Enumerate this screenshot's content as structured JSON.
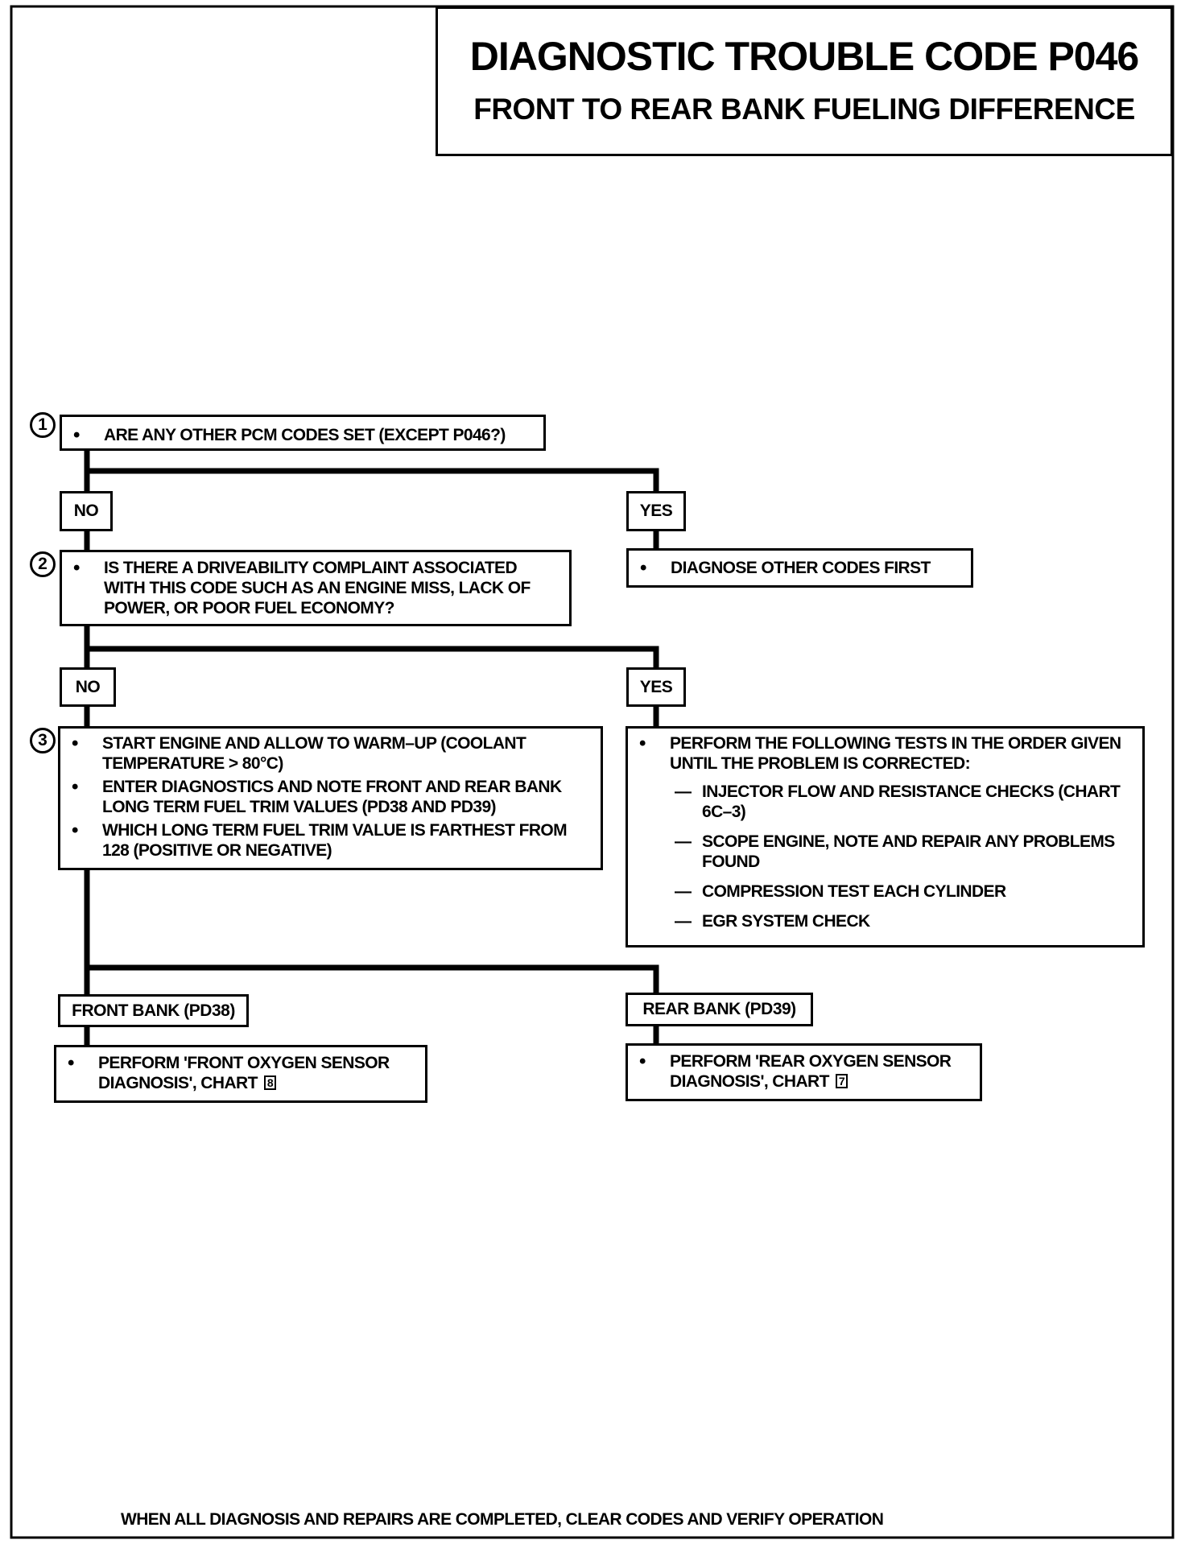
{
  "header": {
    "title": "DIAGNOSTIC TROUBLE CODE P046",
    "subtitle": "FRONT TO REAR BANK FUELING DIFFERENCE"
  },
  "steps": {
    "step1": {
      "number": "1",
      "items": [
        "ARE ANY OTHER PCM CODES SET (EXCEPT P046?)"
      ]
    },
    "step2": {
      "number": "2",
      "items": [
        "IS THERE A DRIVEABILITY COMPLAINT ASSOCIATED WITH THIS CODE SUCH AS AN ENGINE MISS, LACK OF POWER, OR POOR FUEL ECONOMY?"
      ]
    },
    "step3": {
      "number": "3",
      "items": [
        "START ENGINE AND ALLOW TO WARM–UP (COOLANT TEMPERATURE > 80°C)",
        "ENTER DIAGNOSTICS AND NOTE FRONT AND REAR BANK LONG TERM FUEL TRIM VALUES (PD38 AND PD39)",
        "WHICH LONG TERM FUEL TRIM VALUE IS FARTHEST FROM 128 (POSITIVE OR NEGATIVE)"
      ]
    }
  },
  "labels": {
    "no1": "NO",
    "yes1": "YES",
    "no2": "NO",
    "yes2": "YES",
    "front_bank": "FRONT BANK (PD38)",
    "rear_bank": "REAR BANK (PD39)"
  },
  "actions": {
    "diagnose_other": "DIAGNOSE OTHER CODES FIRST",
    "perform_tests": {
      "intro": "PERFORM  THE FOLLOWING TESTS IN THE ORDER GIVEN UNTIL THE PROBLEM IS CORRECTED:",
      "tests": [
        "INJECTOR FLOW AND RESISTANCE CHECKS (CHART 6C–3)",
        "SCOPE ENGINE, NOTE AND REPAIR ANY PROBLEMS FOUND",
        "COMPRESSION TEST EACH CYLINDER",
        "EGR SYSTEM CHECK"
      ]
    },
    "front_o2": {
      "text": "PERFORM 'FRONT OXYGEN SENSOR DIAGNOSIS', CHART",
      "chart_ref": "8"
    },
    "rear_o2": {
      "text": "PERFORM 'REAR OXYGEN SENSOR DIAGNOSIS', CHART",
      "chart_ref": "7"
    }
  },
  "footer": "WHEN ALL DIAGNOSIS AND REPAIRS ARE COMPLETED, CLEAR CODES AND VERIFY OPERATION"
}
